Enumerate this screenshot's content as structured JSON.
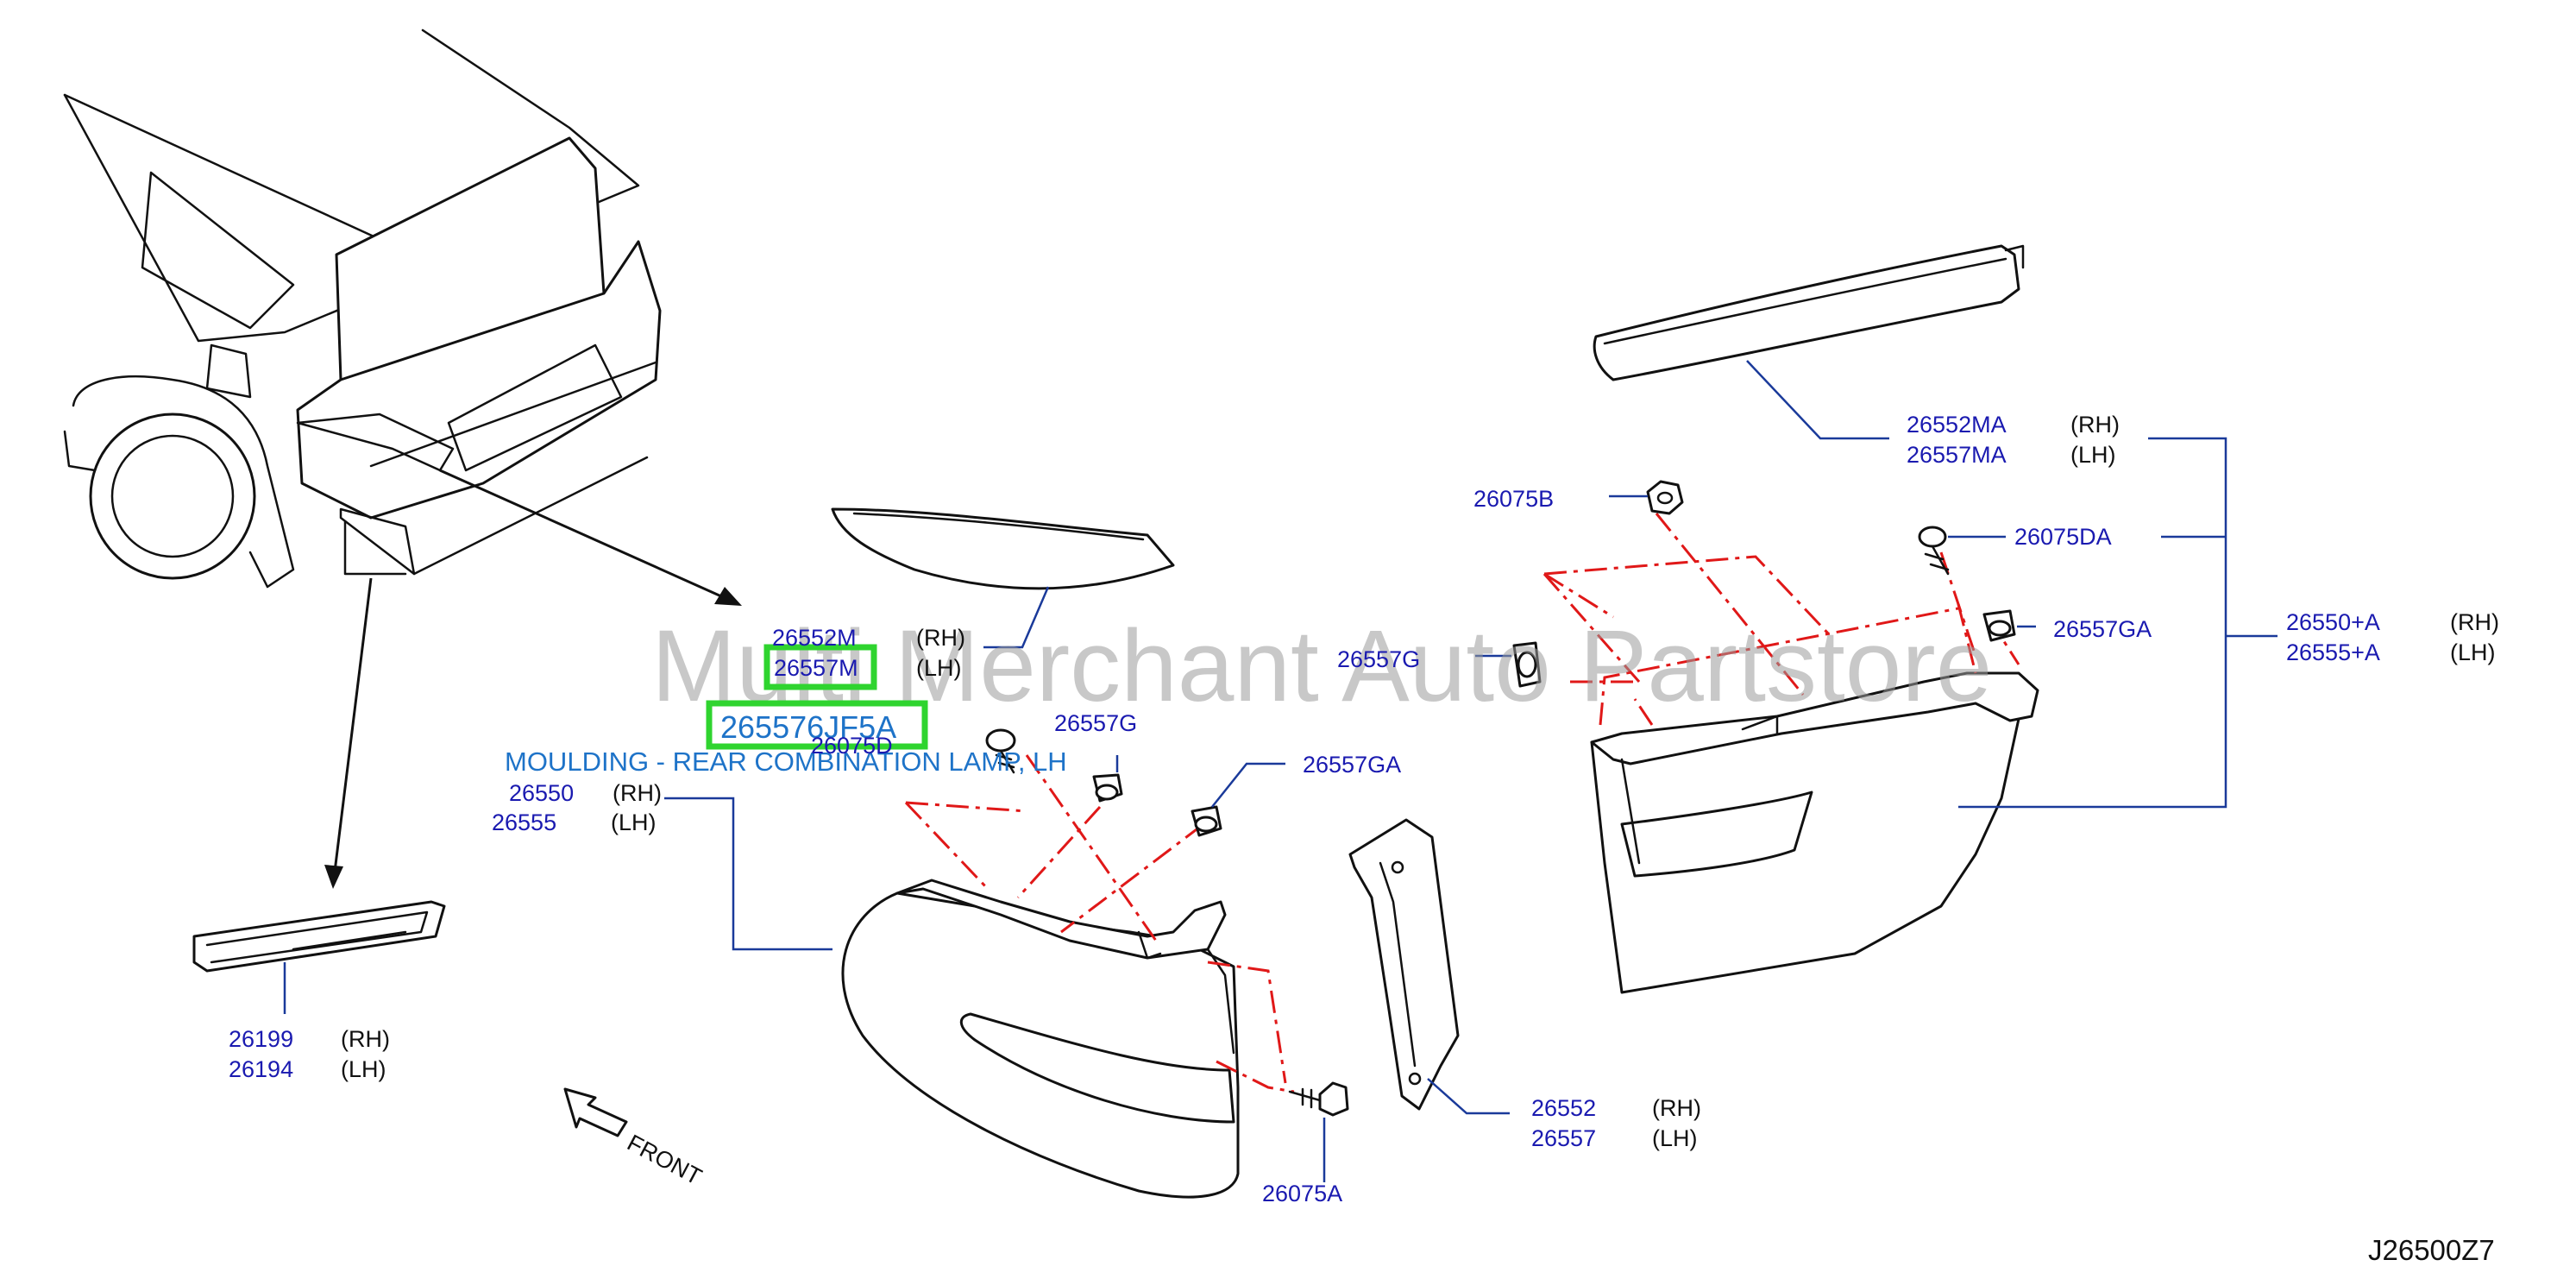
{
  "diagram": {
    "code": "J26500Z7",
    "watermark": "Multi Merchant Auto Partstore",
    "front_label": "FRONT",
    "highlight": {
      "part_number": "265576JF5A",
      "description": "MOULDING - REAR COMBINATION LAMP, LH"
    },
    "callouts": {
      "c26552M": {
        "rh": "26552M",
        "rh_side": "(RH)",
        "lh": "26557M",
        "lh_side": "(LH)"
      },
      "c26550": {
        "rh": "26550",
        "rh_side": "(RH)",
        "lh": "26555",
        "lh_side": "(LH)"
      },
      "c26075D": "26075D",
      "c26557G_left": "26557G",
      "c26557GA_left": "26557GA",
      "c26075A": "26075A",
      "c26552": {
        "rh": "26552",
        "rh_side": "(RH)",
        "lh": "26557",
        "lh_side": "(LH)"
      },
      "c26199": {
        "rh": "26199",
        "rh_side": "(RH)",
        "lh": "26194",
        "lh_side": "(LH)"
      },
      "c26552MA": {
        "rh": "26552MA",
        "rh_side": "(RH)",
        "lh": "26557MA",
        "lh_side": "(LH)"
      },
      "c26075B": "26075B",
      "c26075DA": "26075DA",
      "c26557GA_right": "26557GA",
      "c26557G_right": "26557G",
      "c26550A": {
        "rh": "26550+A",
        "rh_side": "(RH)",
        "lh": "26555+A",
        "lh_side": "(LH)"
      }
    }
  }
}
